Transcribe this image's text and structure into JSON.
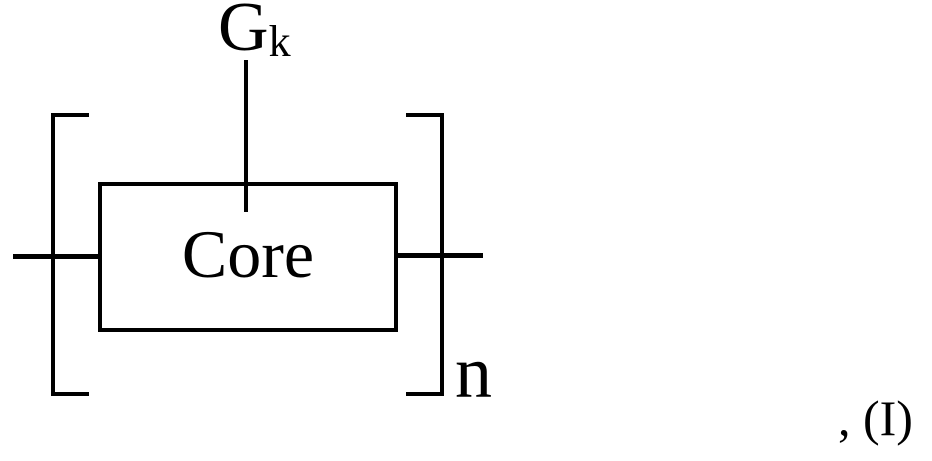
{
  "colors": {
    "ink": "#000000",
    "background": "#ffffff"
  },
  "formula": {
    "substituent": {
      "symbol": "G",
      "subscript": "k"
    },
    "core": {
      "label": "Core"
    },
    "bracket_subscript": "n",
    "designation": ", (I)"
  }
}
